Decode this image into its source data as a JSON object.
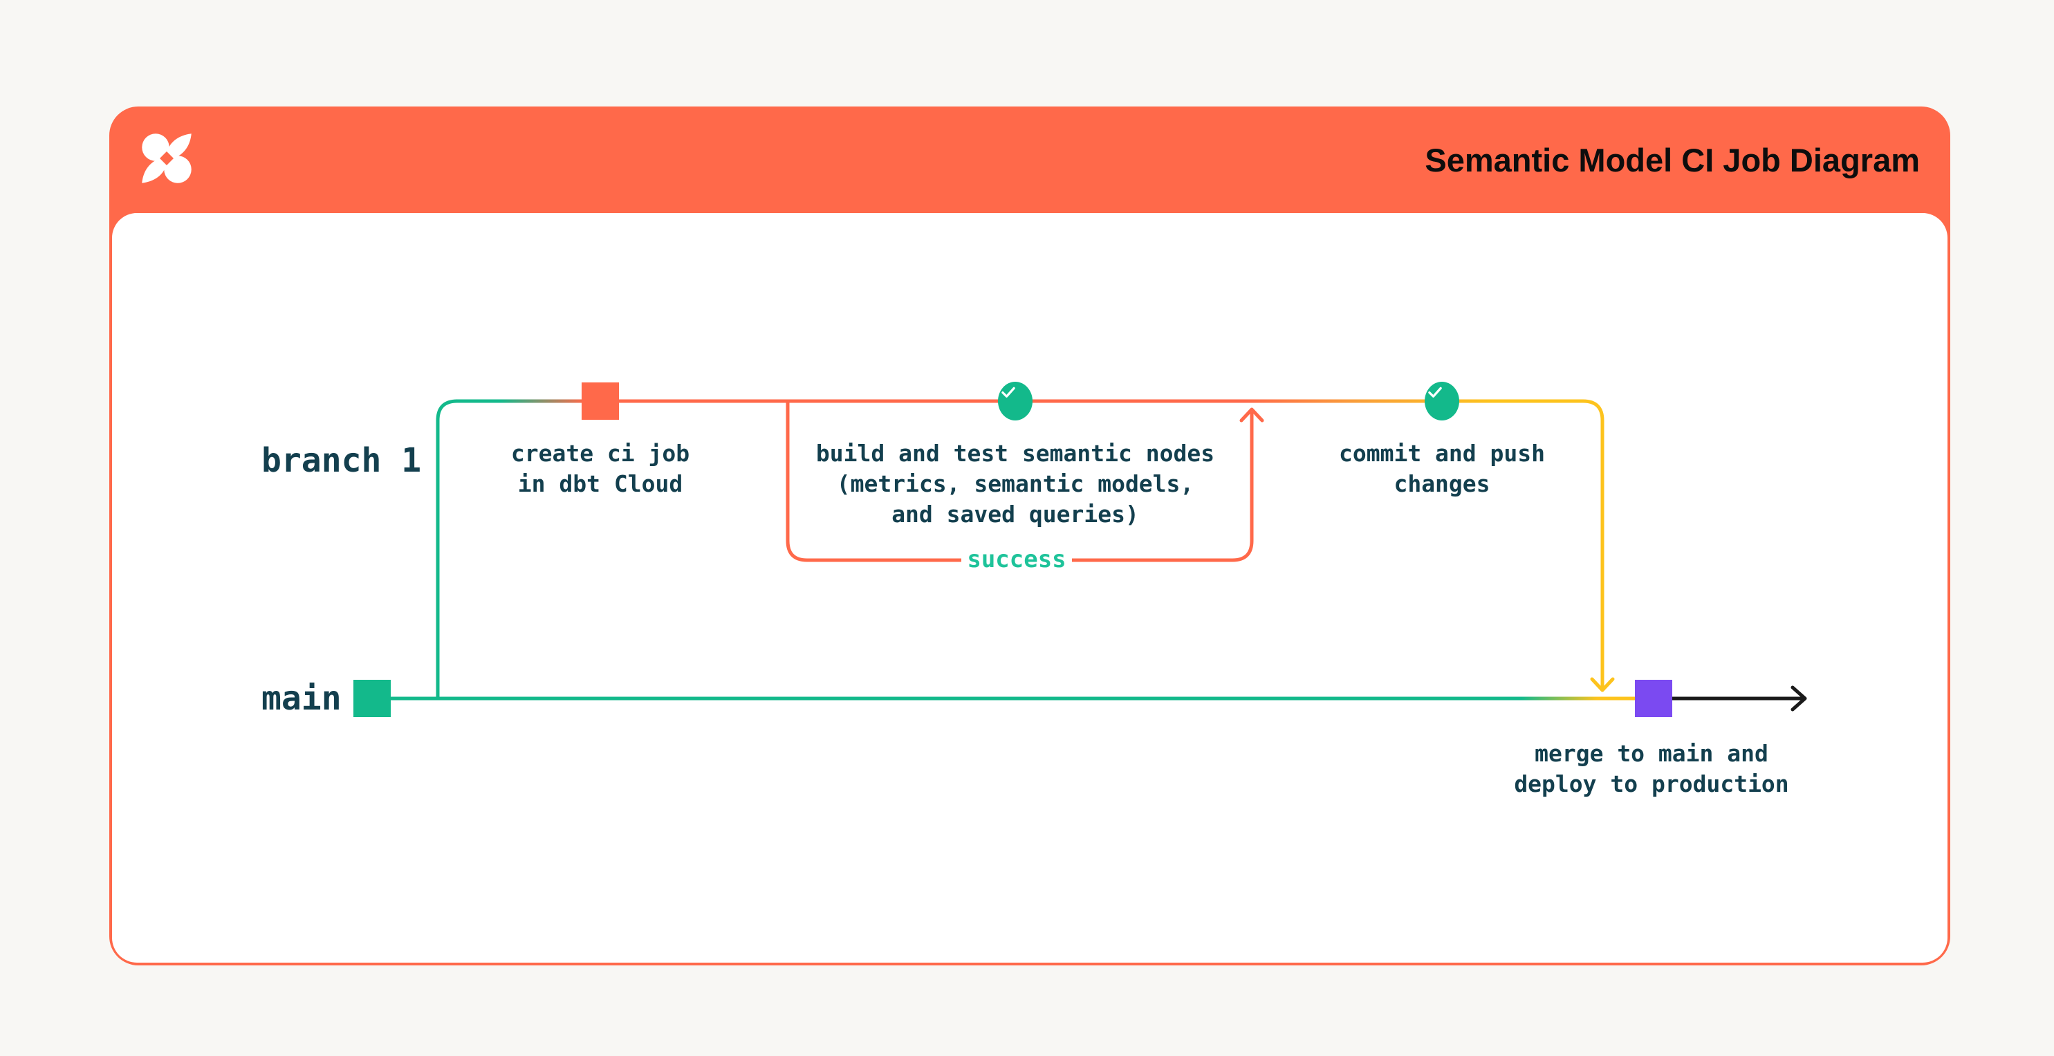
{
  "header": {
    "title": "Semantic Model CI Job Diagram",
    "logo": "dbt-logo"
  },
  "lanes": {
    "branch_label": "branch 1",
    "main_label": "main"
  },
  "captions": {
    "create": "create ci job\nin dbt Cloud",
    "build": "build and test semantic nodes\n(metrics, semantic models,\nand saved queries)",
    "commit": "commit and push\nchanges",
    "merge": "merge to main and\ndeploy to production",
    "success": "success"
  },
  "colors": {
    "orange": "#ff694a",
    "green": "#13b98b",
    "yellow": "#fdc31d",
    "purple": "#7b4af1",
    "ink": "#133f4e",
    "success_green": "#1ec39a",
    "arrow_black": "#1a1a1a",
    "page_background": "#f8f7f4",
    "card_background": "#ffffff"
  }
}
